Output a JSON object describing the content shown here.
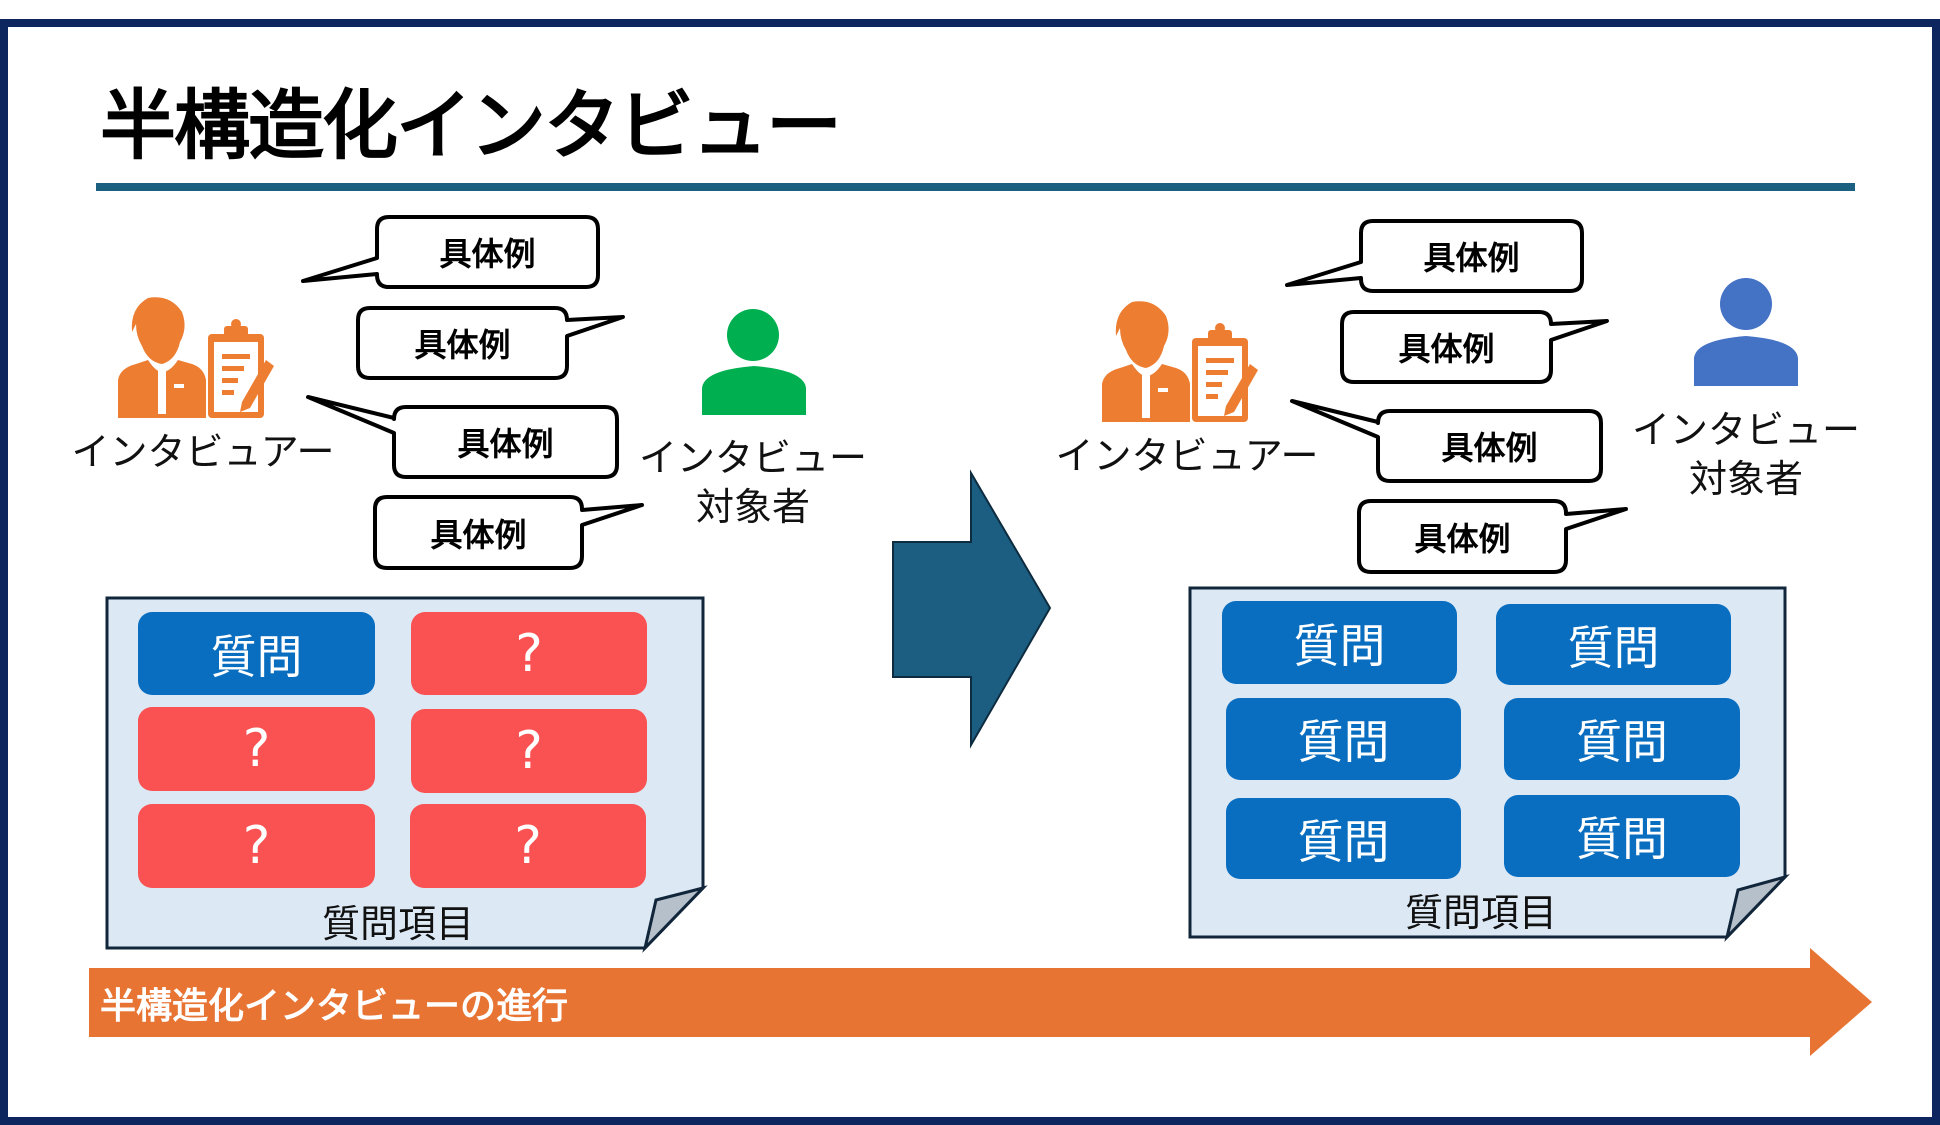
{
  "title": "半構造化インタビュー",
  "colors": {
    "frame": "#0d2660",
    "title_rule": "#1b6080",
    "transition_arrow": "#1b5e82",
    "progress_arrow": "#e87433",
    "interviewer_icon": "#ed7d31",
    "interviewee_before": "#00b050",
    "interviewee_after": "#4472c4",
    "question_card": "#0a6ec0",
    "unknown_card": "#fa5252",
    "panel_fill": "#dce9f5"
  },
  "before": {
    "interviewer_label": "インタビュアー",
    "interviewee_label_line1": "インタビュー",
    "interviewee_label_line2": "対象者",
    "bubbles": [
      "具体例",
      "具体例",
      "具体例",
      "具体例"
    ],
    "panel_label": "質問項目",
    "cards": [
      {
        "text": "質問",
        "state": "known"
      },
      {
        "text": "?",
        "state": "unknown"
      },
      {
        "text": "?",
        "state": "unknown"
      },
      {
        "text": "?",
        "state": "unknown"
      },
      {
        "text": "?",
        "state": "unknown"
      },
      {
        "text": "?",
        "state": "unknown"
      }
    ]
  },
  "after": {
    "interviewer_label": "インタビュアー",
    "interviewee_label_line1": "インタビュー",
    "interviewee_label_line2": "対象者",
    "bubbles": [
      "具体例",
      "具体例",
      "具体例",
      "具体例"
    ],
    "panel_label": "質問項目",
    "cards": [
      {
        "text": "質問",
        "state": "known"
      },
      {
        "text": "質問",
        "state": "known"
      },
      {
        "text": "質問",
        "state": "known"
      },
      {
        "text": "質問",
        "state": "known"
      },
      {
        "text": "質問",
        "state": "known"
      },
      {
        "text": "質問",
        "state": "known"
      }
    ]
  },
  "progress_label": "半構造化インタビューの進行"
}
